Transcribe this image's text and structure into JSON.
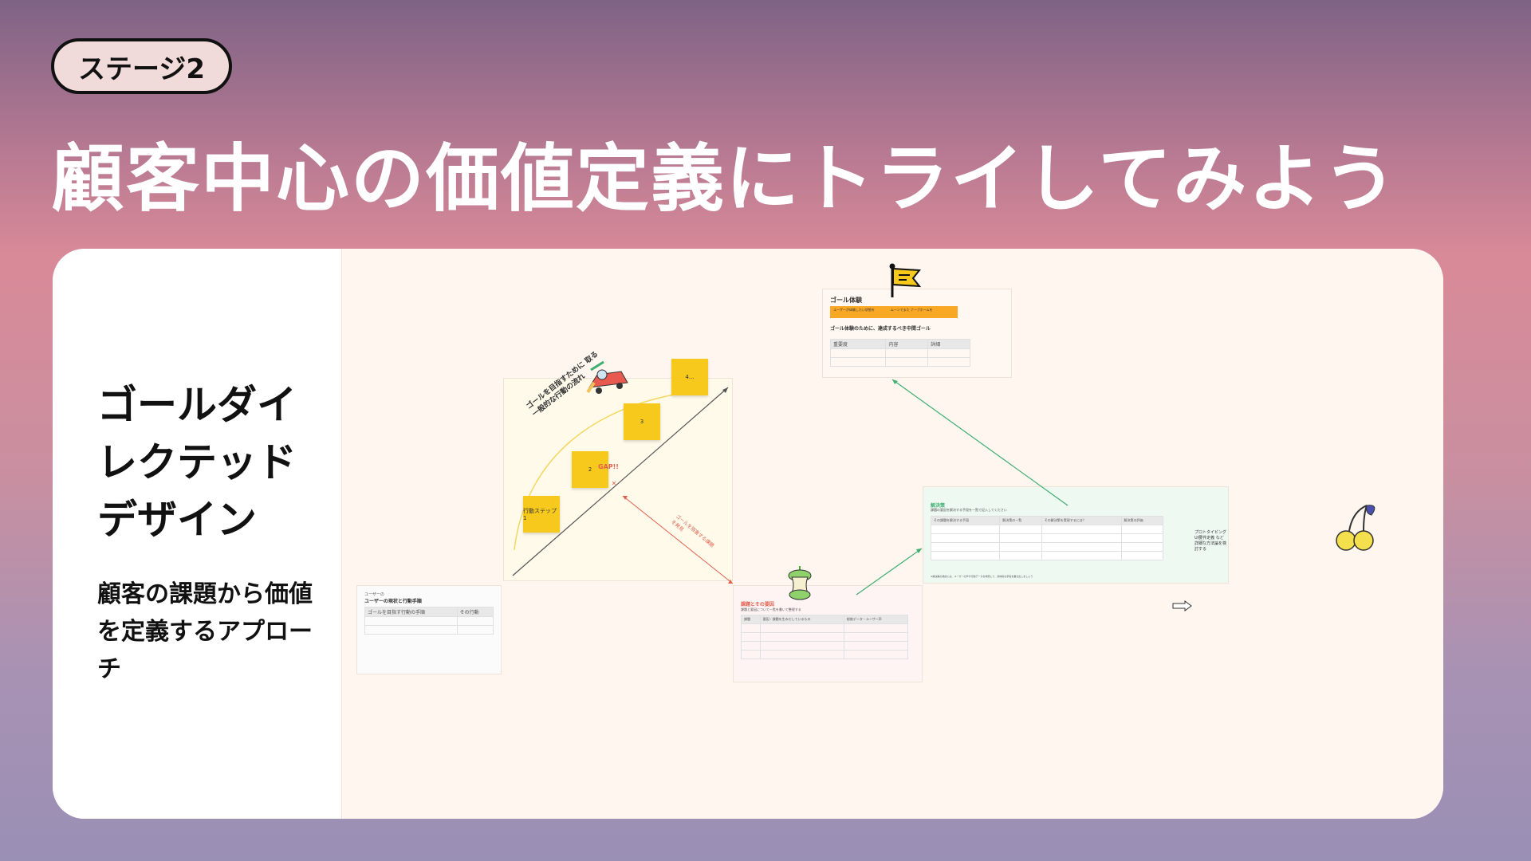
{
  "stage_label": "ステージ2",
  "headline": "顧客中心の価値定義にトライしてみよう",
  "method": {
    "title": "ゴールダイレクテッドデザイン",
    "description": "顧客の課題から価値を定義するアプローチ"
  },
  "board": {
    "goal_frame": {
      "title": "ゴール体験",
      "orange_bar": "ユーザーが体験したい状態を　　　　　ムーンでまた ナーブホームを",
      "subtitle": "ゴール体験のために、達成するべき中間ゴール",
      "table_headers": [
        "重要度",
        "内容",
        "詳細"
      ]
    },
    "flow_frame": {
      "curve_label": "ゴールを目指すために 取る一般的な行動の流れ",
      "steps": [
        "行動ステップ1",
        "2",
        "3",
        "4..."
      ],
      "gap_label": "GAP!!",
      "gap_arrow_label": "ゴールを阻害する課題を発見"
    },
    "user_frame": {
      "label": "ユーザーの",
      "title": "ユーザーの現状と行動手順",
      "table_headers": [
        "ゴールを目指す行動の手順",
        "その行動"
      ]
    },
    "issue_frame": {
      "title": "課題とその要因",
      "subtitle": "課題と要因について一覧を書いて整理する",
      "table_headers": [
        "課題",
        "要因・課題を生みだしているもの",
        "根拠データ・ユーザー声"
      ]
    },
    "solution_frame": {
      "title": "解決策",
      "subtitle": "課題の要因を解決する手段を一覧で記入してください",
      "table_headers": [
        "その課題を解決する手段",
        "解決策の一覧",
        "その解決策を実現するには？",
        "解決策の評価"
      ],
      "proto_label": "プロトタイピング UI要件定義 など詳細な方法論を検討する",
      "footnote": "※解決策の検討には、ユーザーの声や行動データを参照して、具体的な手段を書き出しましょう"
    },
    "icons": {
      "flag": "flag-icon",
      "car": "car-icon",
      "apple": "apple-core-icon",
      "cherry": "cherry-icon",
      "arrow": "outline-arrow-icon"
    },
    "colors": {
      "sticky": "#f7c91c",
      "orange_bar": "#f9a826",
      "green_arrow": "#3fae72",
      "red_arrow": "#e0604f",
      "flow_curve": "#f3d860"
    }
  }
}
